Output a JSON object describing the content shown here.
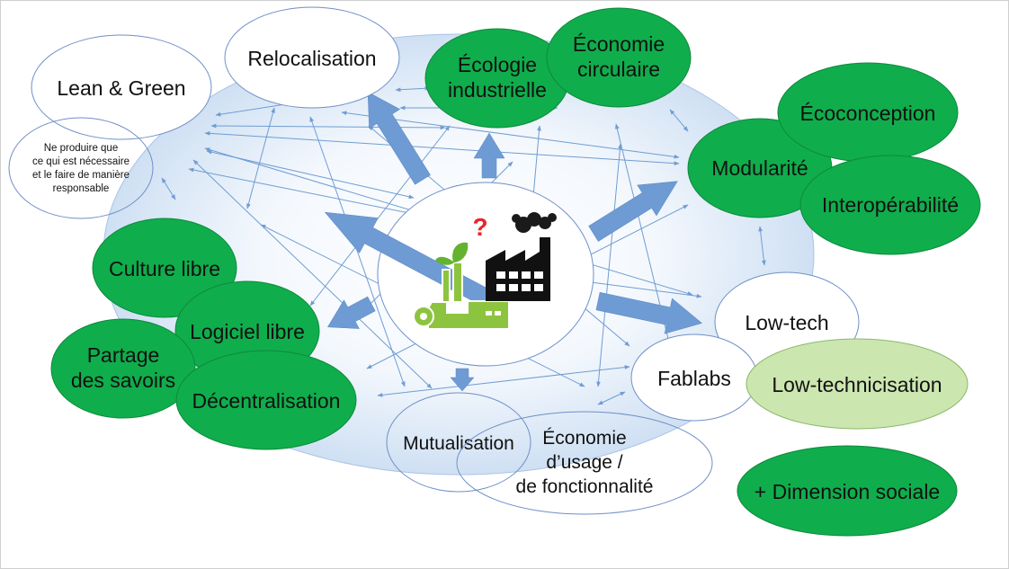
{
  "colors": {
    "green_node": "#10ad4c",
    "light_green_node": "#cce6b0",
    "outline": "#6f8fc7",
    "arrow": "#6f9bd4",
    "cloud_center": "#ffffff",
    "cloud_edge": "#cfe0f3"
  },
  "nodes": {
    "lean_green": {
      "label": "Lean & Green"
    },
    "ne_produire": {
      "lines": [
        "Ne produire que",
        "ce qui est nécessaire",
        "et le faire de manière",
        "responsable"
      ]
    },
    "relocalisation": {
      "label": "Relocalisation"
    },
    "ecologie_industrielle": {
      "lines": [
        "Écologie",
        "industrielle"
      ]
    },
    "economie_circulaire": {
      "lines": [
        "Économie",
        "circulaire"
      ]
    },
    "ecoconception": {
      "label": "Écoconception"
    },
    "modularite": {
      "label": "Modularité"
    },
    "interoperabilite": {
      "label": "Interopérabilité"
    },
    "culture_libre": {
      "label": "Culture libre"
    },
    "logiciel_libre": {
      "label": "Logiciel libre"
    },
    "partage_savoirs": {
      "lines": [
        "Partage",
        "des savoirs"
      ]
    },
    "decentralisation": {
      "label": "Décentralisation"
    },
    "low_tech": {
      "label": "Low-tech"
    },
    "fablabs": {
      "label": "Fablabs"
    },
    "low_technicisation": {
      "label": "Low-technicisation"
    },
    "mutualisation": {
      "label": "Mutualisation"
    },
    "economie_usage": {
      "lines": [
        "Économie",
        "d’usage /",
        "de fonctionnalité"
      ]
    },
    "dimension_sociale": {
      "label": "+ Dimension sociale"
    }
  },
  "center": {
    "question_mark": "?",
    "icons": [
      "green-factory-icon",
      "polluting-factory-icon"
    ]
  }
}
